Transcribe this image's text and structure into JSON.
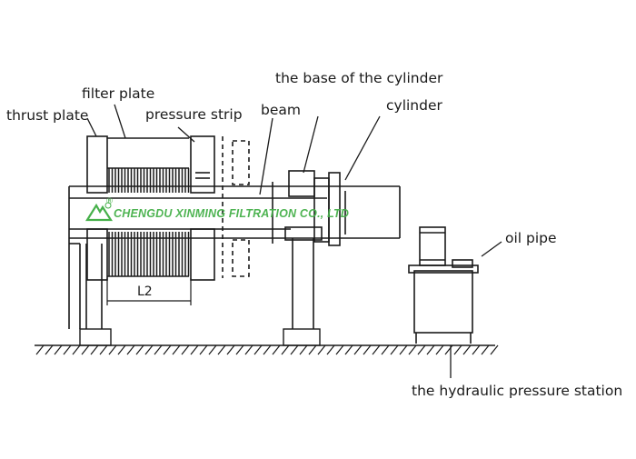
{
  "labels": {
    "thrust_plate": "thrust plate",
    "filter_plate": "filter plate",
    "pressure_strip": "pressure strip",
    "beam": "beam",
    "cylinder_base": "the base of the cylinder",
    "cylinder": "cylinder",
    "oil_pipe": "oil pipe",
    "hydraulic_station": "the hydraulic pressure station",
    "dimension": "L2"
  },
  "watermark": {
    "text": "CHENGDU XINMING FILTRATION CO., LTD",
    "color": "#46b04a",
    "registered_mark": "®"
  },
  "colors": {
    "line": "#1a1a1a",
    "watermark_green": "#46b04a",
    "background": "#ffffff"
  }
}
